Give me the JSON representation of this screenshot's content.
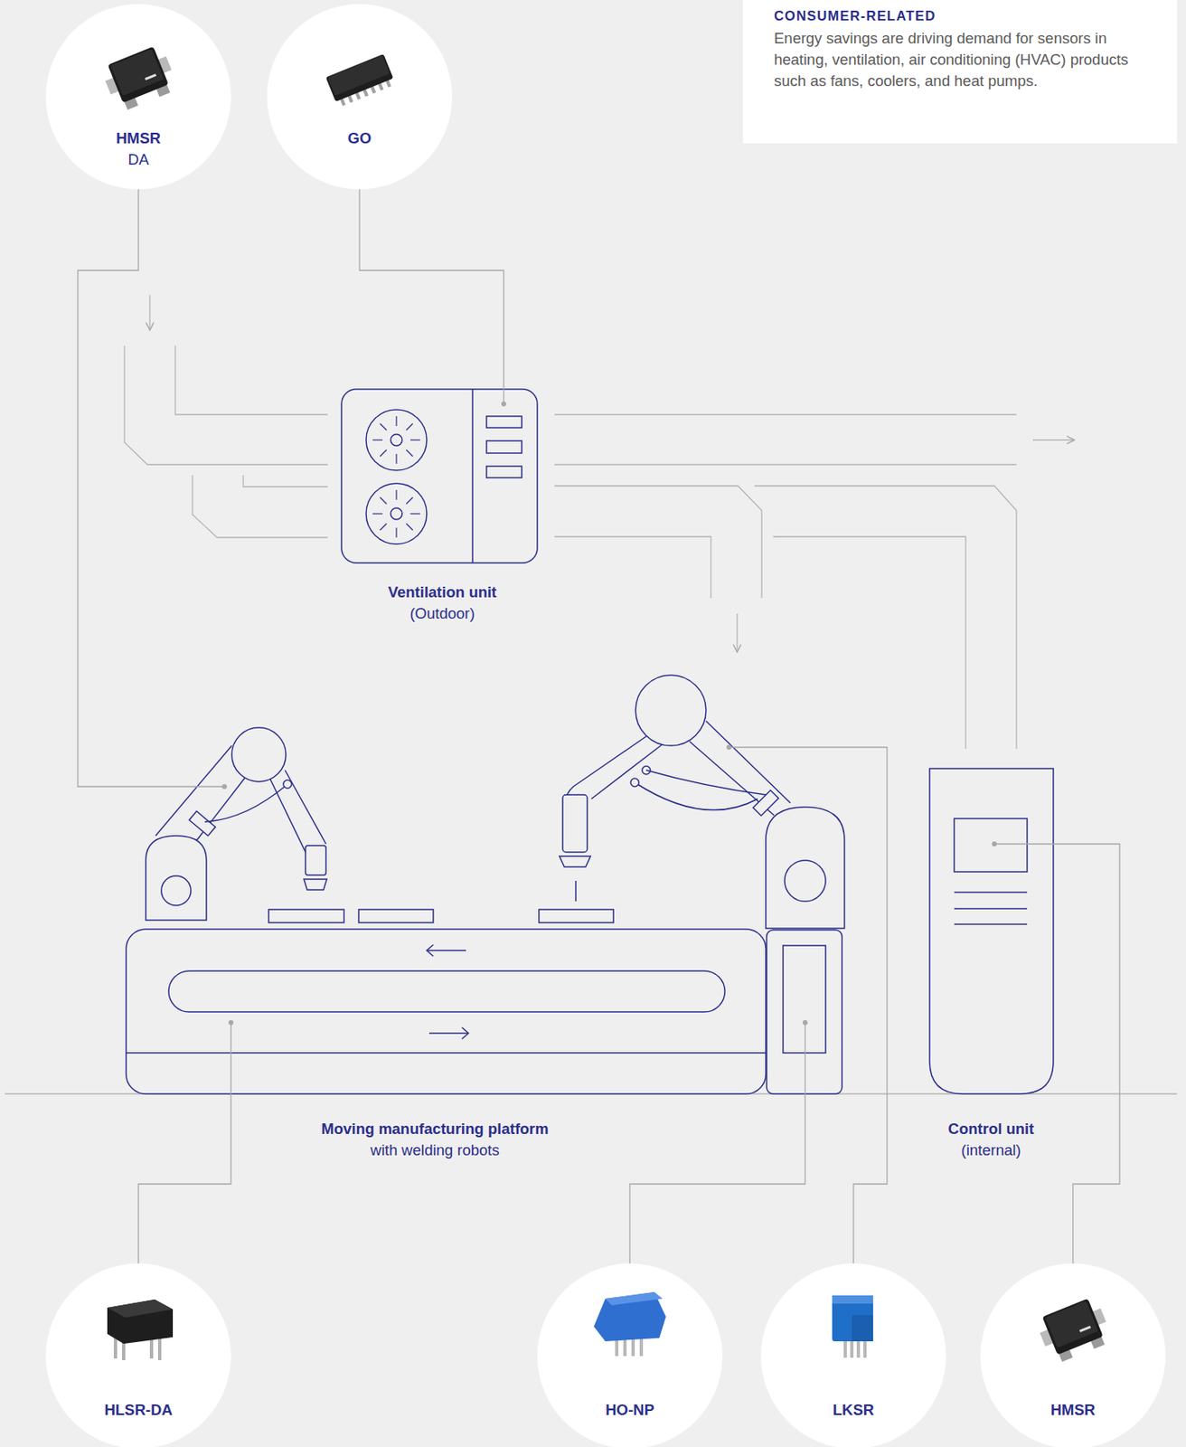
{
  "diagram": {
    "nodes": [
      {
        "text": [
          "CONSUMER-RELATED",
          "Energy savings are driving demand for sensors in heating, ventilation, air conditioning (HVAC) products such as fans, coolers, and heat pumps."
        ]
      },
      {
        "text": [
          "HMSR",
          "DA"
        ]
      },
      {
        "text": [
          "GO"
        ]
      },
      {
        "text": [
          "Ventilation unit",
          "(Outdoor)"
        ]
      },
      {
        "text": [
          "Moving manufacturing platform",
          "with welding robots"
        ]
      },
      {
        "text": [
          "Control unit",
          "(internal)"
        ]
      },
      {
        "text": [
          "HLSR-DA"
        ]
      },
      {
        "text": [
          "HO-NP"
        ]
      },
      {
        "text": [
          "LKSR"
        ]
      },
      {
        "text": [
          "HMSR"
        ]
      }
    ],
    "edges": [
      {
        "from": 1,
        "to": 4,
        "arrow": "none"
      },
      {
        "from": 2,
        "to": 3,
        "arrow": "none"
      },
      {
        "from": 6,
        "to": 4,
        "arrow": "none"
      },
      {
        "from": 7,
        "to": 4,
        "arrow": "none"
      },
      {
        "from": 8,
        "to": 4,
        "arrow": "none"
      },
      {
        "from": 9,
        "to": 5,
        "arrow": "none"
      }
    ]
  }
}
